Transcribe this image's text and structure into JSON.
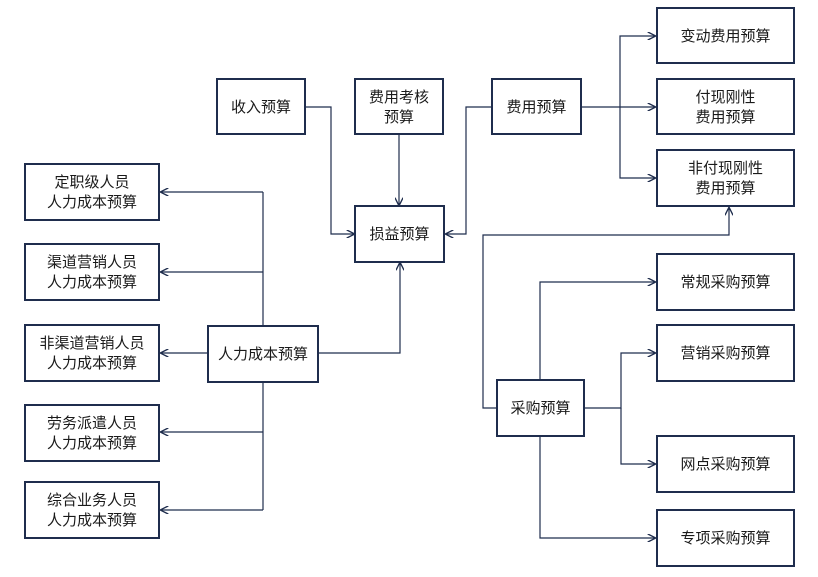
{
  "diagram": {
    "nodes": {
      "income": {
        "lines": [
          "收入预算"
        ]
      },
      "expense_eval": {
        "lines": [
          "费用考核",
          "预算"
        ]
      },
      "expense": {
        "lines": [
          "费用预算"
        ]
      },
      "var_exp": {
        "lines": [
          "变动费用预算"
        ]
      },
      "cash_rigid": {
        "lines": [
          "付现刚性",
          "费用预算"
        ]
      },
      "noncash": {
        "lines": [
          "非付现刚性",
          "费用预算"
        ]
      },
      "pl": {
        "lines": [
          "损益预算"
        ]
      },
      "hr": {
        "lines": [
          "人力成本预算"
        ]
      },
      "hr_fixed": {
        "lines": [
          "定职级人员",
          "人力成本预算"
        ]
      },
      "hr_channel": {
        "lines": [
          "渠道营销人员",
          "人力成本预算"
        ]
      },
      "hr_nonchan": {
        "lines": [
          "非渠道营销人员",
          "人力成本预算"
        ]
      },
      "hr_dispatch": {
        "lines": [
          "劳务派遣人员",
          "人力成本预算"
        ]
      },
      "hr_general": {
        "lines": [
          "综合业务人员",
          "人力成本预算"
        ]
      },
      "purchase": {
        "lines": [
          "采购预算"
        ]
      },
      "p_regular": {
        "lines": [
          "常规采购预算"
        ]
      },
      "p_marketing": {
        "lines": [
          "营销采购预算"
        ]
      },
      "p_outlet": {
        "lines": [
          "网点采购预算"
        ]
      },
      "p_special": {
        "lines": [
          "专项采购预算"
        ]
      }
    },
    "edges": [
      {
        "from": "收入预算",
        "to": "损益预算"
      },
      {
        "from": "费用考核预算",
        "to": "损益预算"
      },
      {
        "from": "费用预算",
        "to": "损益预算"
      },
      {
        "from": "人力成本预算",
        "to": "损益预算"
      },
      {
        "from": "采购预算",
        "to": "非付现刚性费用预算"
      },
      {
        "from": "费用预算",
        "to": "变动费用预算"
      },
      {
        "from": "费用预算",
        "to": "付现刚性费用预算"
      },
      {
        "from": "费用预算",
        "to": "非付现刚性费用预算"
      },
      {
        "from": "人力成本预算",
        "to": "定职级人员人力成本预算"
      },
      {
        "from": "人力成本预算",
        "to": "渠道营销人员人力成本预算"
      },
      {
        "from": "人力成本预算",
        "to": "非渠道营销人员人力成本预算"
      },
      {
        "from": "人力成本预算",
        "to": "劳务派遣人员人力成本预算"
      },
      {
        "from": "人力成本预算",
        "to": "综合业务人员人力成本预算"
      },
      {
        "from": "采购预算",
        "to": "常规采购预算"
      },
      {
        "from": "采购预算",
        "to": "营销采购预算"
      },
      {
        "from": "采购预算",
        "to": "网点采购预算"
      },
      {
        "from": "采购预算",
        "to": "专项采购预算"
      }
    ],
    "colors": {
      "stroke": "#1f2d4d",
      "text": "#1a1a1a",
      "background": "#ffffff"
    }
  }
}
